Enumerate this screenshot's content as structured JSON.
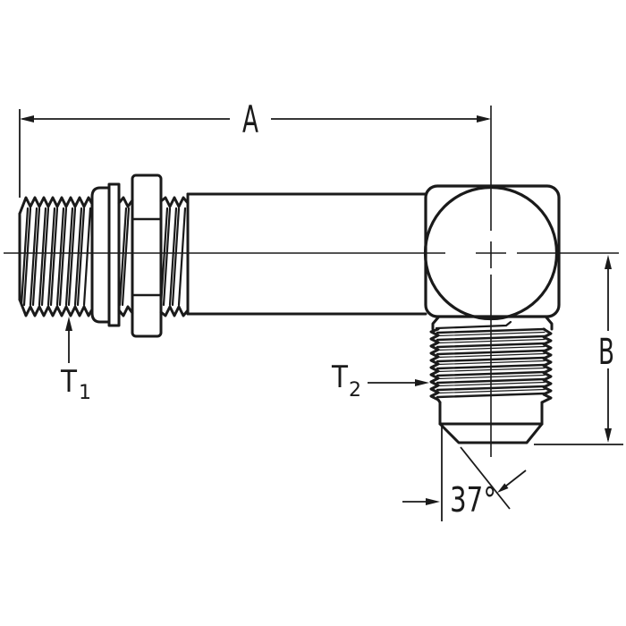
{
  "drawing": {
    "type": "engineering-dimension-drawing",
    "subject": "90-degree elbow tube fitting, male thread both ends",
    "labels": {
      "dim_a": "A",
      "dim_b": "B",
      "t1": {
        "main": "T",
        "sub": "1"
      },
      "t2": {
        "main": "T",
        "sub": "2"
      },
      "flare_angle": "37°"
    }
  },
  "colors": {
    "ink": "#1a1a1a",
    "background": "#ffffff"
  }
}
